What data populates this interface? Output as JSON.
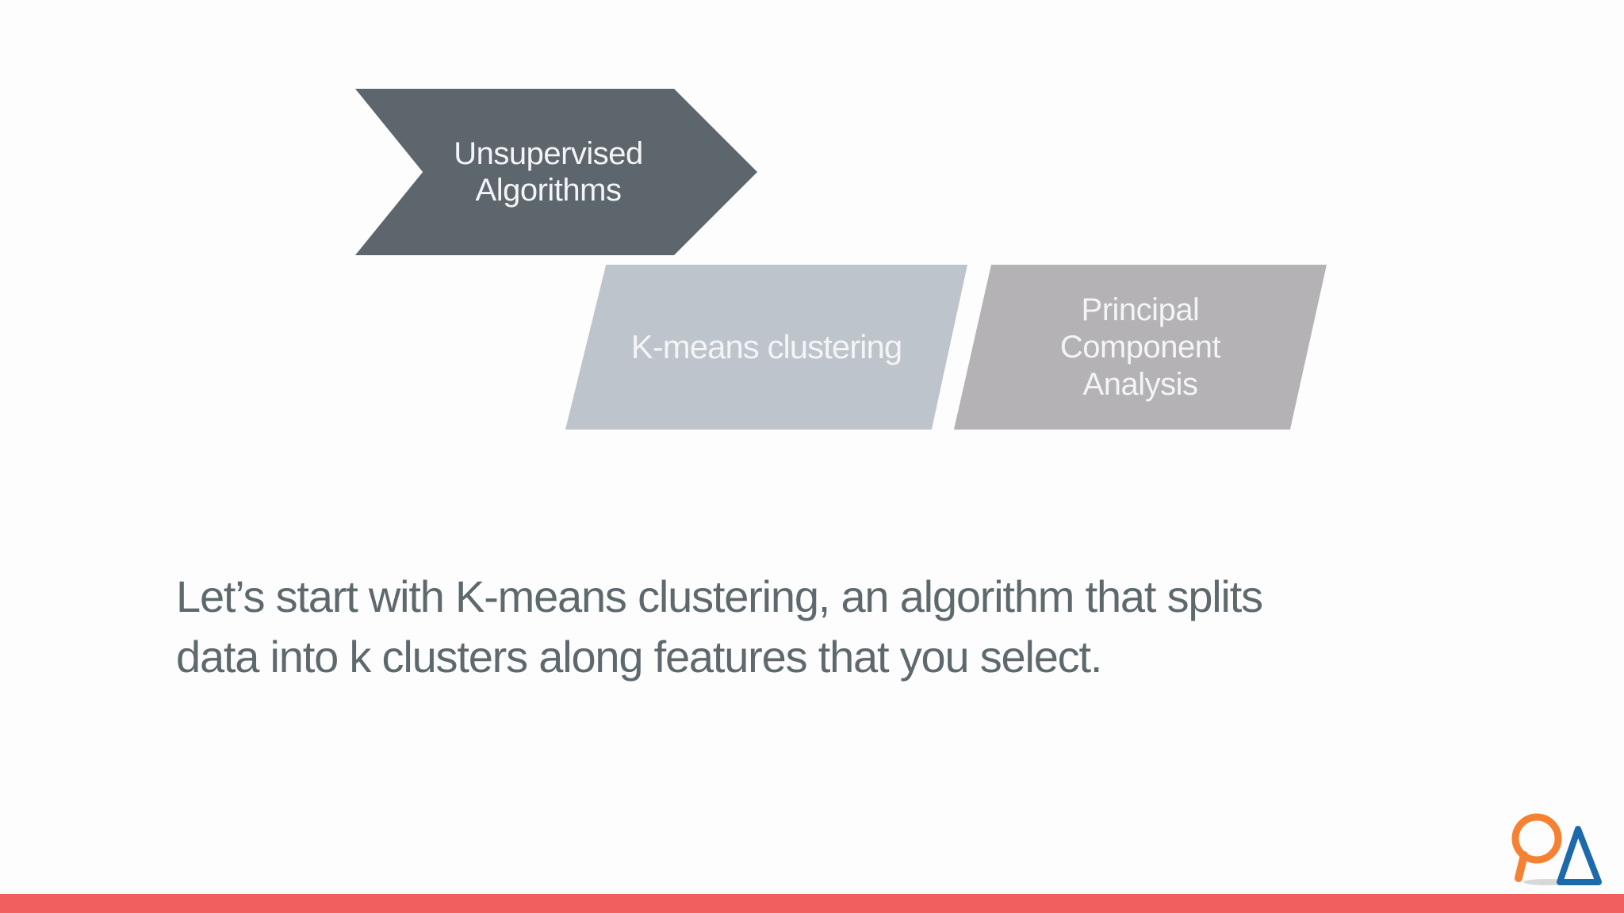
{
  "slide": {
    "background_color": "#fdfdfd",
    "diagram": {
      "arrow": {
        "label": "Unsupervised Algorithms",
        "lines": [
          "Unsupervised",
          "Algorithms"
        ],
        "fill_color": "#5d656d",
        "text_color": "#f3f4f5"
      },
      "steps": [
        {
          "label": "K-means clustering",
          "fill_color": "#bdc4cb",
          "text_color": "#f3f4f5"
        },
        {
          "label": "Principal Component Analysis",
          "lines": [
            "Principal",
            "Component",
            "Analysis"
          ],
          "fill_color": "#b4b2b4",
          "text_color": "#f3f4f5"
        }
      ]
    },
    "caption": {
      "text": "Let’s start with K-means clustering, an algorithm that splits data into k clusters along features that you select.",
      "lines": [
        "Let’s start with K-means clustering, an algorithm that splits",
        "data into k clusters along features that you select."
      ],
      "color": "#5e696e"
    },
    "logo": {
      "name": "magnifier-triangle-logo",
      "magnifier_color": "#f58233",
      "triangle_color": "#1c69ac",
      "shadow_color": "#d8d8d8"
    },
    "footer_bar_color": "#f25f5f"
  }
}
